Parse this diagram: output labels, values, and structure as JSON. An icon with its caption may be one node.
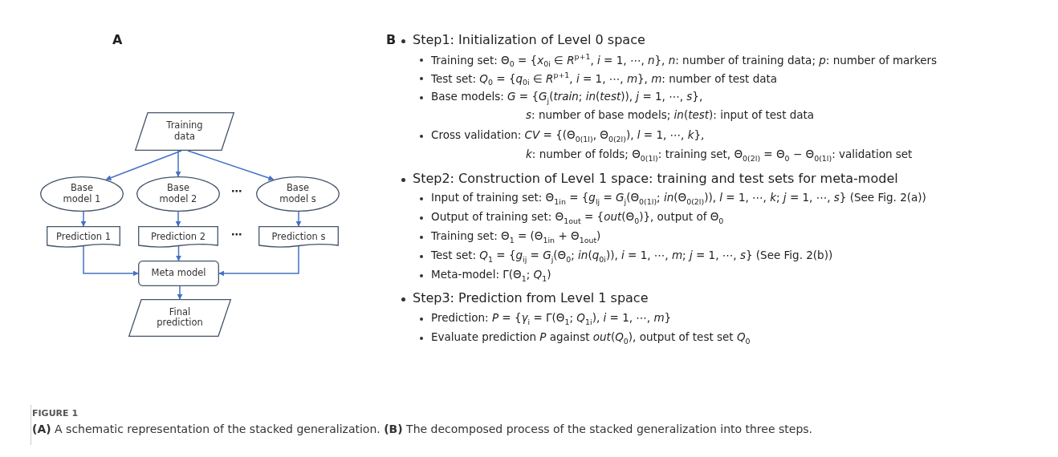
{
  "diagram": {
    "caption": "**(A)** A schematic representation of the stacked generalization. **(B)** The decomposed process of the stacked generalization into three steps.",
    "nodes": [
      {
        "text": [
          "Training data"
        ]
      },
      {
        "text": [
          "Base model 1"
        ]
      },
      {
        "text": [
          "Base model 2"
        ]
      },
      {
        "text": [
          "Base model s"
        ]
      },
      {
        "text": [
          "Prediction 1"
        ]
      },
      {
        "text": [
          "Prediction 2"
        ]
      },
      {
        "text": [
          "Prediction s"
        ]
      },
      {
        "text": [
          "Meta model"
        ]
      },
      {
        "text": [
          "Final prediction"
        ]
      }
    ],
    "edges": [
      {
        "from": 0,
        "to": 1,
        "arrow": "to"
      },
      {
        "from": 0,
        "to": 2,
        "arrow": "to"
      },
      {
        "from": 0,
        "to": 3,
        "arrow": "to"
      },
      {
        "from": 1,
        "to": 4,
        "arrow": "to"
      },
      {
        "from": 2,
        "to": 5,
        "arrow": "to"
      },
      {
        "from": 3,
        "to": 6,
        "arrow": "to"
      },
      {
        "from": 4,
        "to": 7,
        "arrow": "to"
      },
      {
        "from": 5,
        "to": 7,
        "arrow": "to"
      },
      {
        "from": 6,
        "to": 7,
        "arrow": "to"
      },
      {
        "from": 7,
        "to": 8,
        "arrow": "to"
      }
    ],
    "labels": [
      "A",
      "B",
      "Step1: Initialization of Level 0 space",
      "Training set: Θ$_{0}$ = {*x*$_{0i}$ ∈ *R*$^{p+1}$, *i* = 1, ⋯, *n*}, *n*: number of training data; *p*: number of markers",
      "Test set: *Q*$_{0}$ = {*q*$_{0i}$ ∈ *R*$^{p+1}$, *i* = 1, ⋯, *m*}, *m*: number of test data",
      "Base models: *G* = {*G*$_{j}$(*train*; *in*(*test*)), *j* = 1, ⋯, *s*},",
      "⋯",
      "*s*: number of base models; *in*(*test*): input of test data",
      "Cross validation: *CV* = {(Θ$_{0(1l)}$, Θ$_{0(2l)}$), *l* = 1, ⋯, *k*},",
      "*k*: number of folds; Θ$_{0(1l)}$: training set, Θ$_{0(2l)}$ = Θ$_{0}$ − Θ$_{0(1l)}$: validation set",
      "Step2: Construction of Level 1 space: training and test sets for meta-model",
      "⋯",
      "Input of training set: Θ$_{1in}$ = {*g*$_{lj}$ = *G*$_{j}$(Θ$_{0(1l)}$; *in*(Θ$_{0(2l)}$)), *l* = 1, ⋯, *k*; *j* = 1, ⋯, *s*} (See Fig. 2(a))",
      "Output of training set: Θ$_{1out}$ = {*out*(Θ$_{0}$)}, output of Θ$_{0}$",
      "Training set: Θ$_{1}$ = (Θ$_{1in}$ + Θ$_{1out}$)",
      "Test set: *Q*$_{1}$ = {*g*$_{ij}$ = *G*$_{j}$(Θ$_{0}$; *in*(*q*$_{0i}$)), *i* = 1, ⋯, *m*; *j* = 1, ⋯, *s*}  (See Fig. 2(b))",
      "Meta-model: Γ(Θ$_{1}$; *Q*$_{1}$)",
      "Step3: Prediction from Level 1 space",
      "Prediction: *P* = {*γ*$_{i}$ = Γ(Θ$_{1}$; *Q*$_{1i}$), *i* = 1, ⋯, *m*}",
      "Evaluate prediction *P* against *out*(*Q*$_{0}$), output of test set *Q*$_{0}$",
      "FIGURE 1"
    ]
  }
}
